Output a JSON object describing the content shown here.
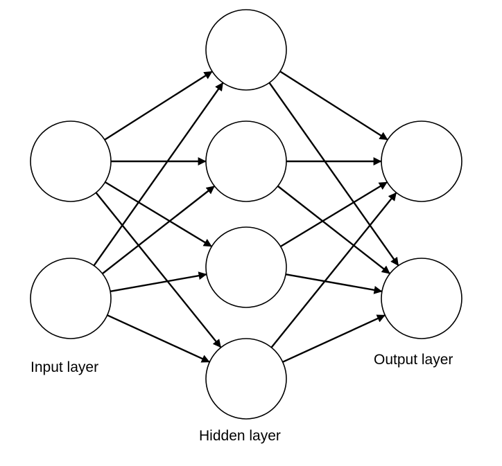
{
  "diagram": {
    "type": "neural-network",
    "layers": [
      {
        "id": "input",
        "label": "Input layer",
        "node_count": 2
      },
      {
        "id": "hidden",
        "label": "Hidden layer",
        "node_count": 4
      },
      {
        "id": "output",
        "label": "Output layer",
        "node_count": 2
      }
    ],
    "connectivity": "fully-connected",
    "edge_style": "directed-arrow",
    "colors": {
      "stroke": "#000000",
      "node_fill": "#ffffff",
      "background": "#ffffff"
    }
  }
}
